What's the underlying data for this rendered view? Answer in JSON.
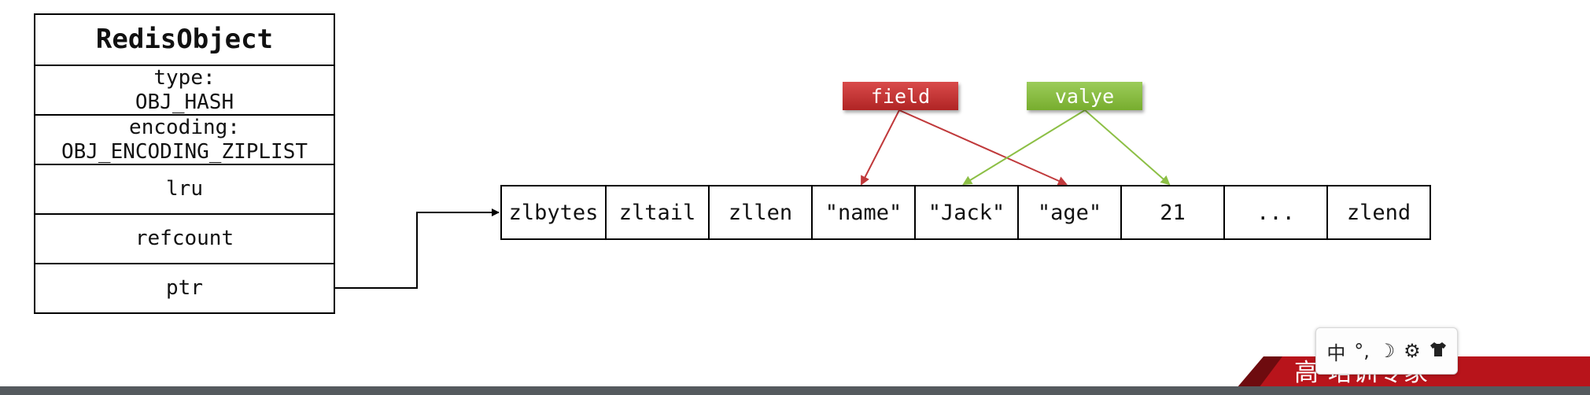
{
  "redis_object": {
    "title": "RedisObject",
    "type_label": "type:",
    "type_value": "OBJ_HASH",
    "encoding_label": "encoding:",
    "encoding_value": "OBJ_ENCODING_ZIPLIST",
    "lru": "lru",
    "refcount": "refcount",
    "ptr": "ptr"
  },
  "ziplist": [
    "zlbytes",
    "zltail",
    "zllen",
    "\"name\"",
    "\"Jack\"",
    "\"age\"",
    "21",
    "...",
    "zlend"
  ],
  "tags": {
    "field": "field",
    "value": "valye"
  },
  "colors": {
    "field": "#c0393b",
    "value": "#8cbf45",
    "ribbon": "#b8141b"
  },
  "footer": {
    "banner_text": "高 培训专家",
    "ime_toolbar": {
      "mode": "中",
      "punct": "°,",
      "moon_icon": "moon-icon",
      "gear_icon": "gear-icon",
      "shirt_icon": "shirt-icon"
    }
  }
}
